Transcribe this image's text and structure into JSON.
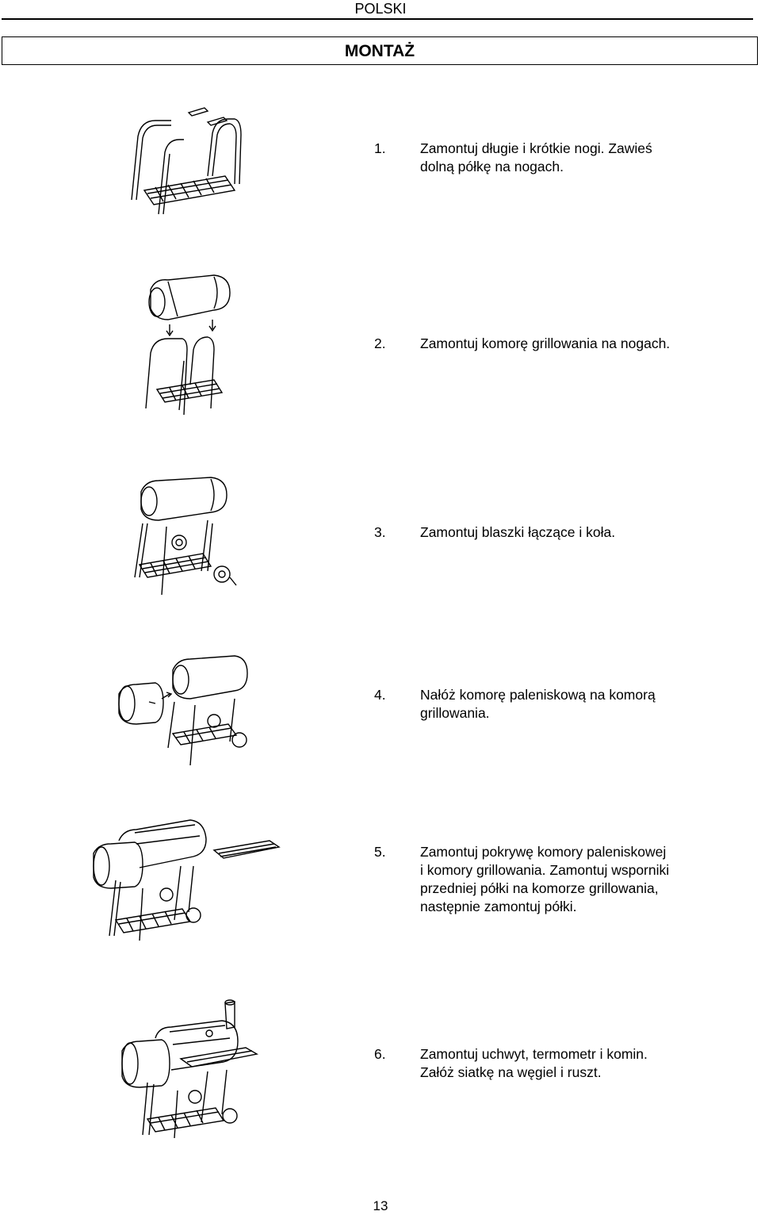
{
  "header": {
    "language": "POLSKI"
  },
  "section": {
    "title": "MONTAŻ"
  },
  "steps": [
    {
      "num": "1.",
      "lines": [
        "Zamontuj długie i krótkie nogi. Zawieś",
        "dolną półkę na nogach."
      ]
    },
    {
      "num": "2.",
      "lines": [
        "Zamontuj komorę grillowania na nogach."
      ]
    },
    {
      "num": "3.",
      "lines": [
        "Zamontuj blaszki łączące i koła."
      ]
    },
    {
      "num": "4.",
      "lines": [
        "Nałóż komorę paleniskową na komorą",
        "grillowania."
      ]
    },
    {
      "num": "5.",
      "lines": [
        "Zamontuj pokrywę komory paleniskowej",
        "i komory grillowania. Zamontuj wsporniki",
        "przedniej półki na komorze grillowania,",
        "następnie zamontuj półki."
      ]
    },
    {
      "num": "6.",
      "lines": [
        "Zamontuj uchwyt, termometr i komin.",
        "Załóż siatkę na węgiel i ruszt."
      ]
    }
  ],
  "footer": {
    "page_number": "13"
  }
}
